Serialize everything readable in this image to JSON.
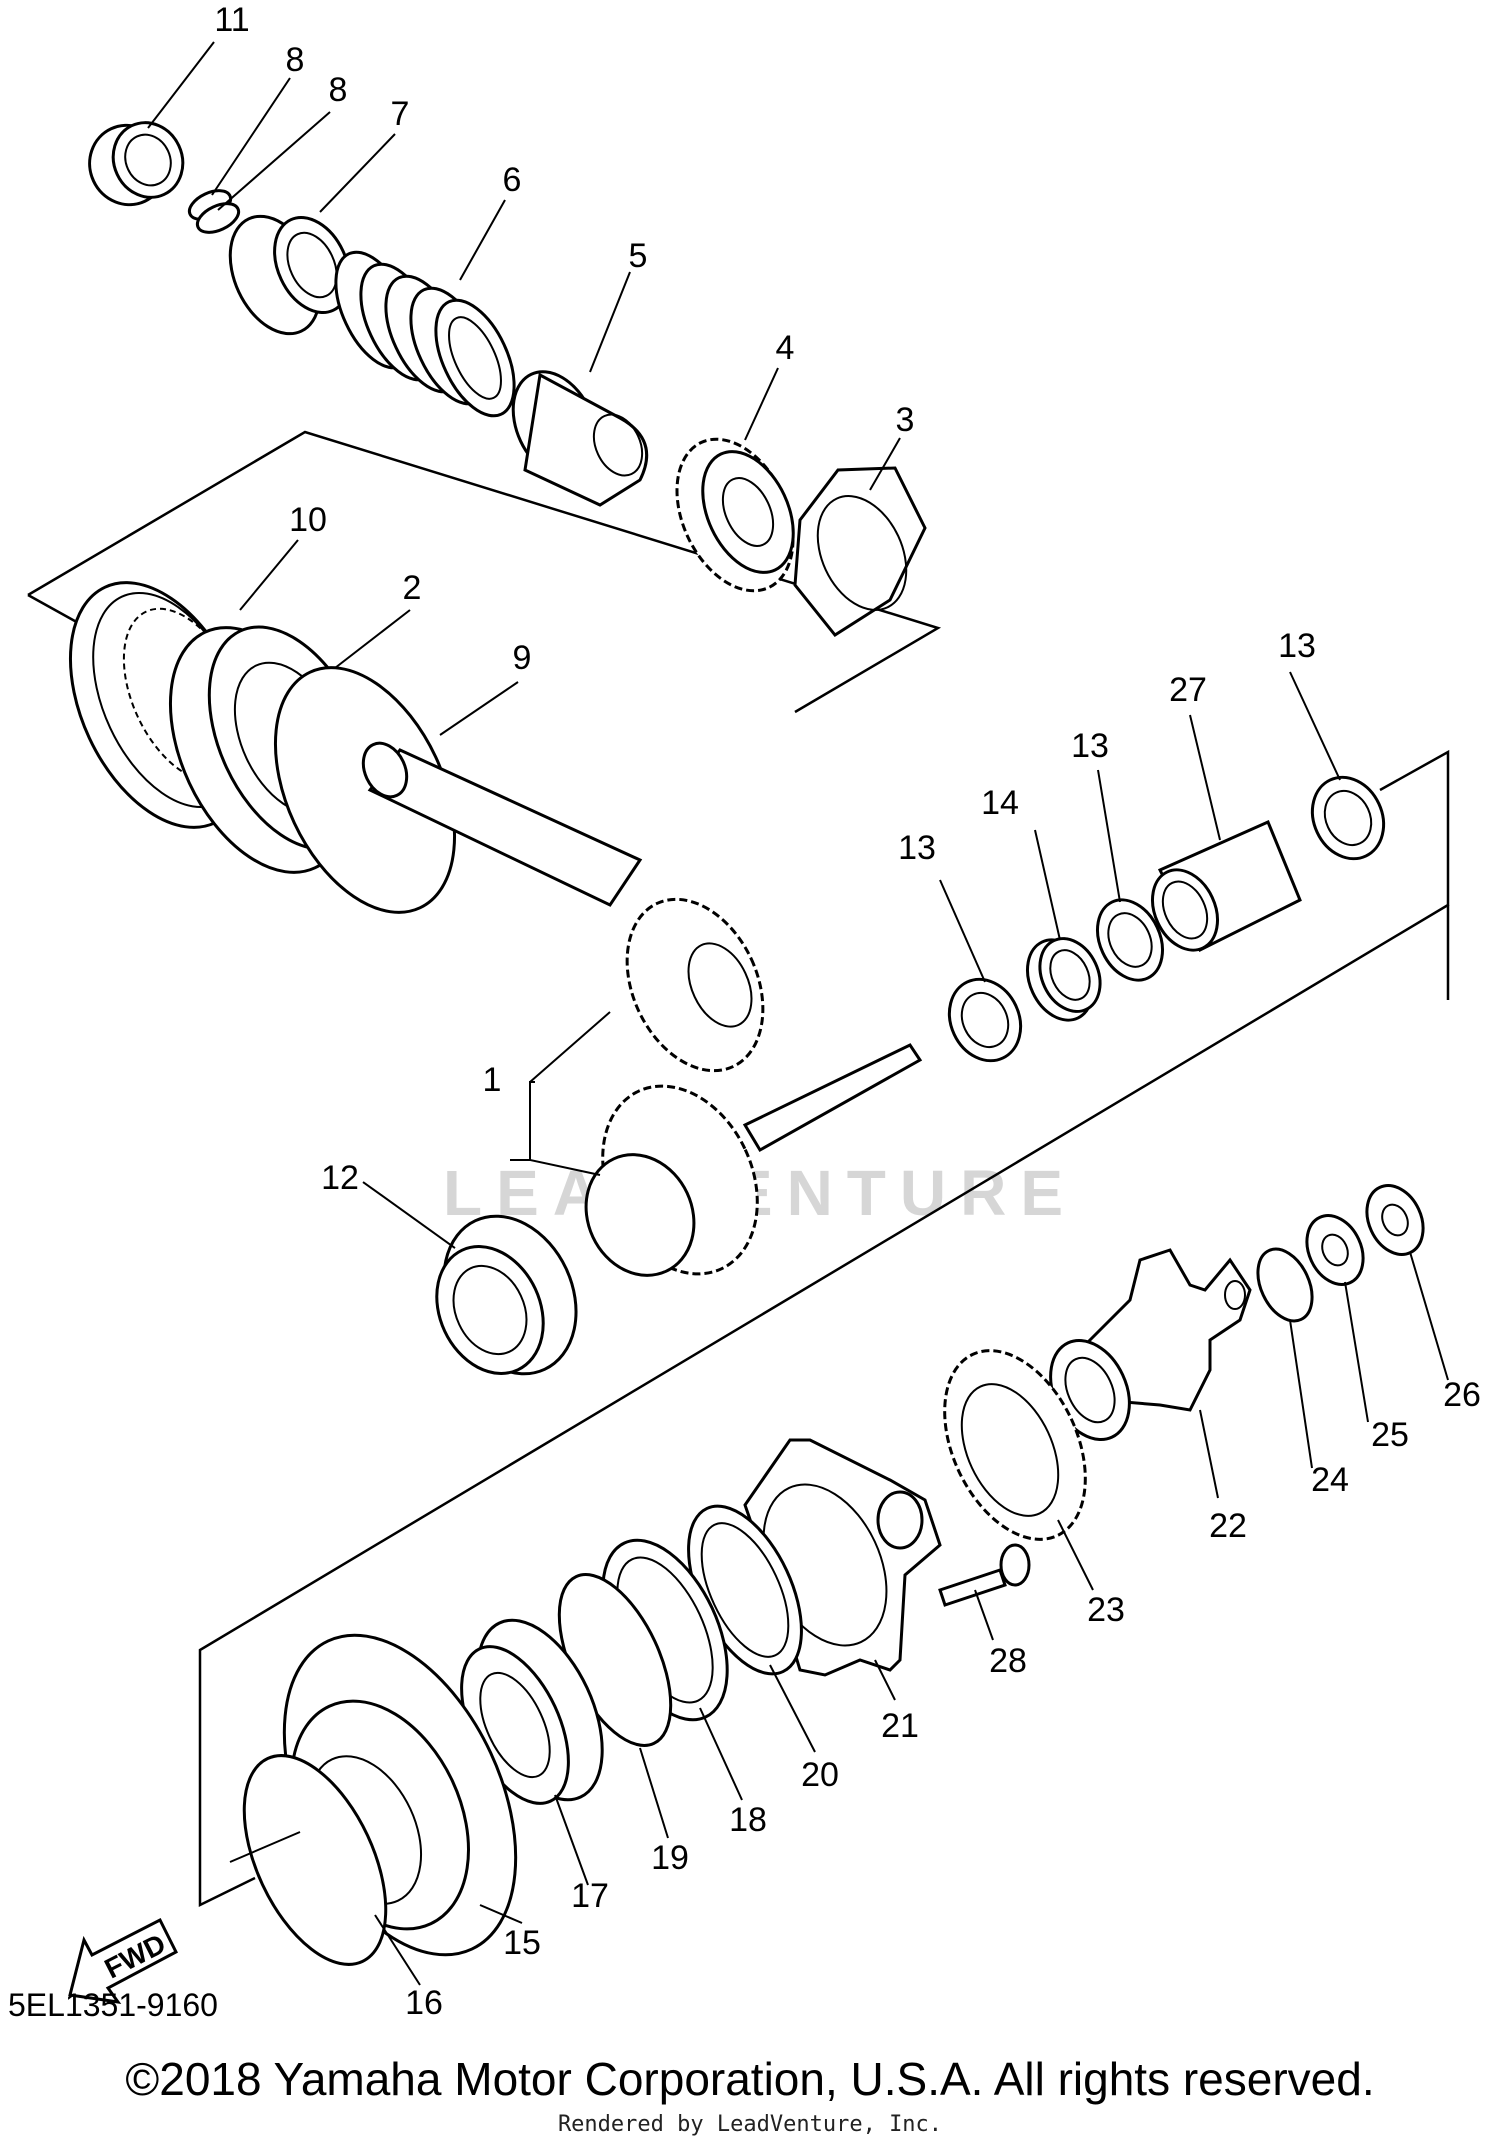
{
  "diagram": {
    "part_code": "5EL1351-9160",
    "copyright": "©2018 Yamaha Motor Corporation, U.S.A. All rights reserved.",
    "rendered_by": "Rendered by LeadVenture, Inc.",
    "watermark": "LEADVENTURE",
    "fwd_label": "FWD",
    "callouts": [
      "1",
      "2",
      "3",
      "4",
      "5",
      "6",
      "7",
      "8",
      "8",
      "9",
      "10",
      "11",
      "12",
      "13",
      "13",
      "13",
      "14",
      "15",
      "16",
      "17",
      "18",
      "19",
      "20",
      "21",
      "22",
      "23",
      "24",
      "25",
      "26",
      "27",
      "28"
    ]
  }
}
